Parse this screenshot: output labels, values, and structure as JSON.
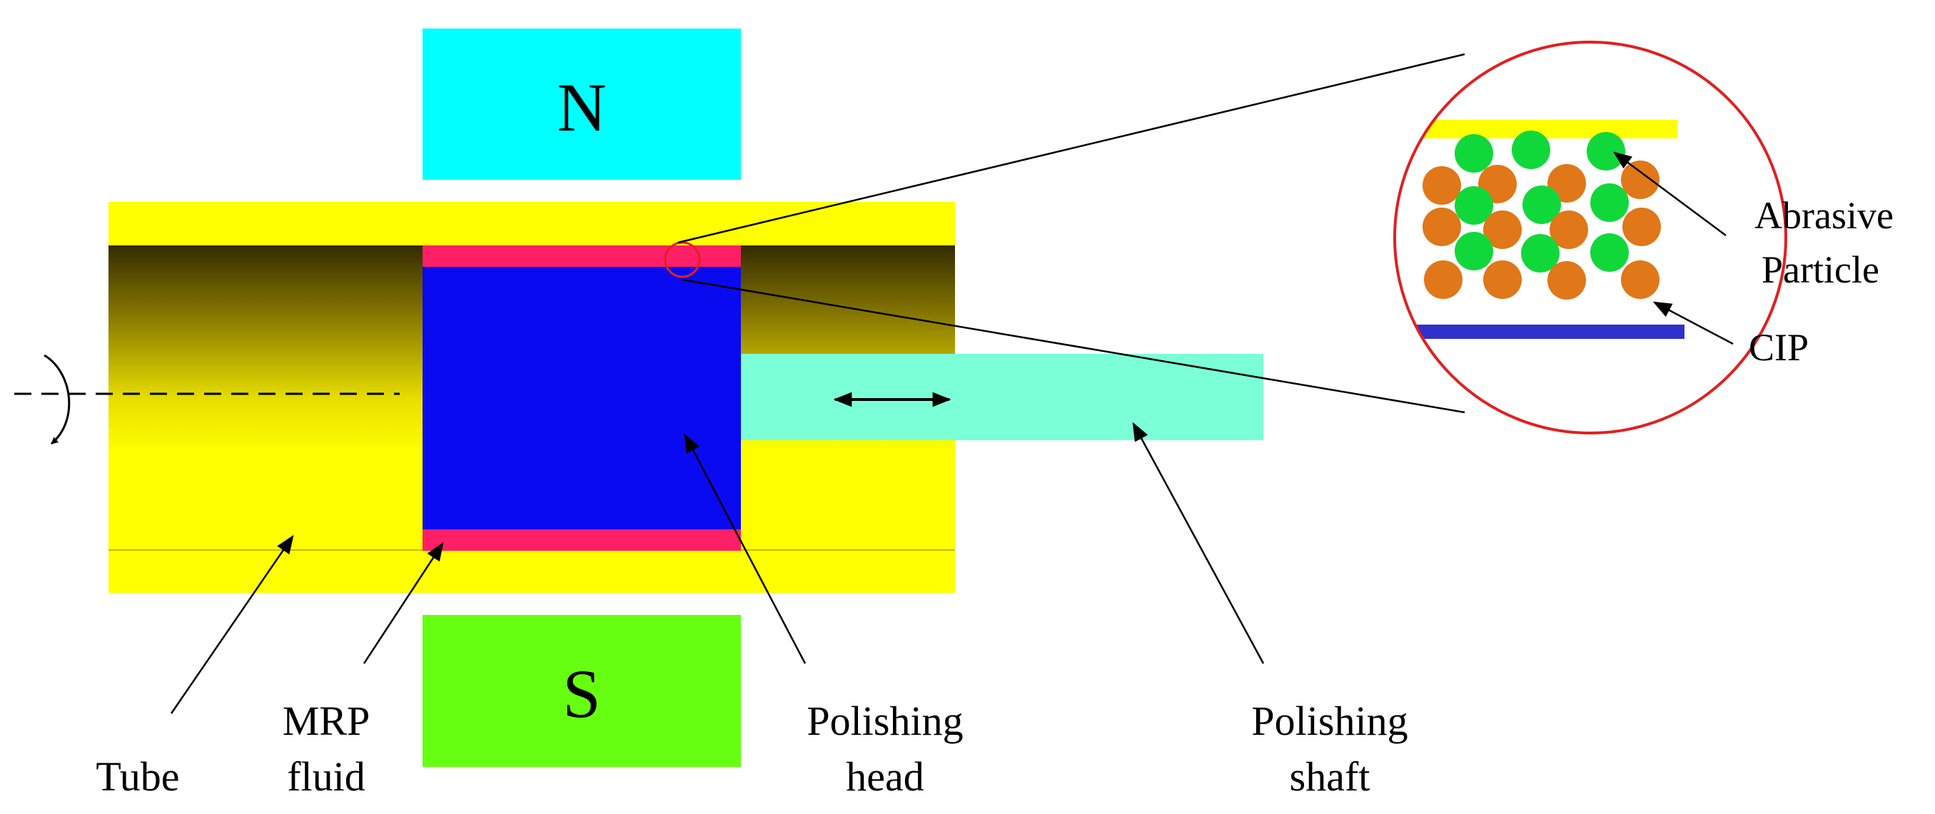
{
  "magnets": {
    "north_label": "N",
    "south_label": "S"
  },
  "labels": {
    "tube": "Tube",
    "mrp_fluid_line1": "MRP",
    "mrp_fluid_line2": "fluid",
    "polishing_head_line1": "Polishing",
    "polishing_head_line2": "head",
    "polishing_shaft_line1": "Polishing",
    "polishing_shaft_line2": "shaft",
    "abrasive_line1": "Abrasive",
    "abrasive_line2": "Particle",
    "cip": "CIP"
  },
  "colors": {
    "tube": "#ffff00",
    "tube_dark": "#332b00",
    "north_magnet": "#00ffff",
    "south_magnet": "#66ff11",
    "mrp_fluid": "#ff1f66",
    "polishing_head": "#0a0af0",
    "polishing_shaft": "#7affd6",
    "abrasive_particle": "#11d83a",
    "cip_particle": "#e07718",
    "zoom_circle": "#e02020",
    "zoom_bottom_plate": "#3030cc"
  }
}
